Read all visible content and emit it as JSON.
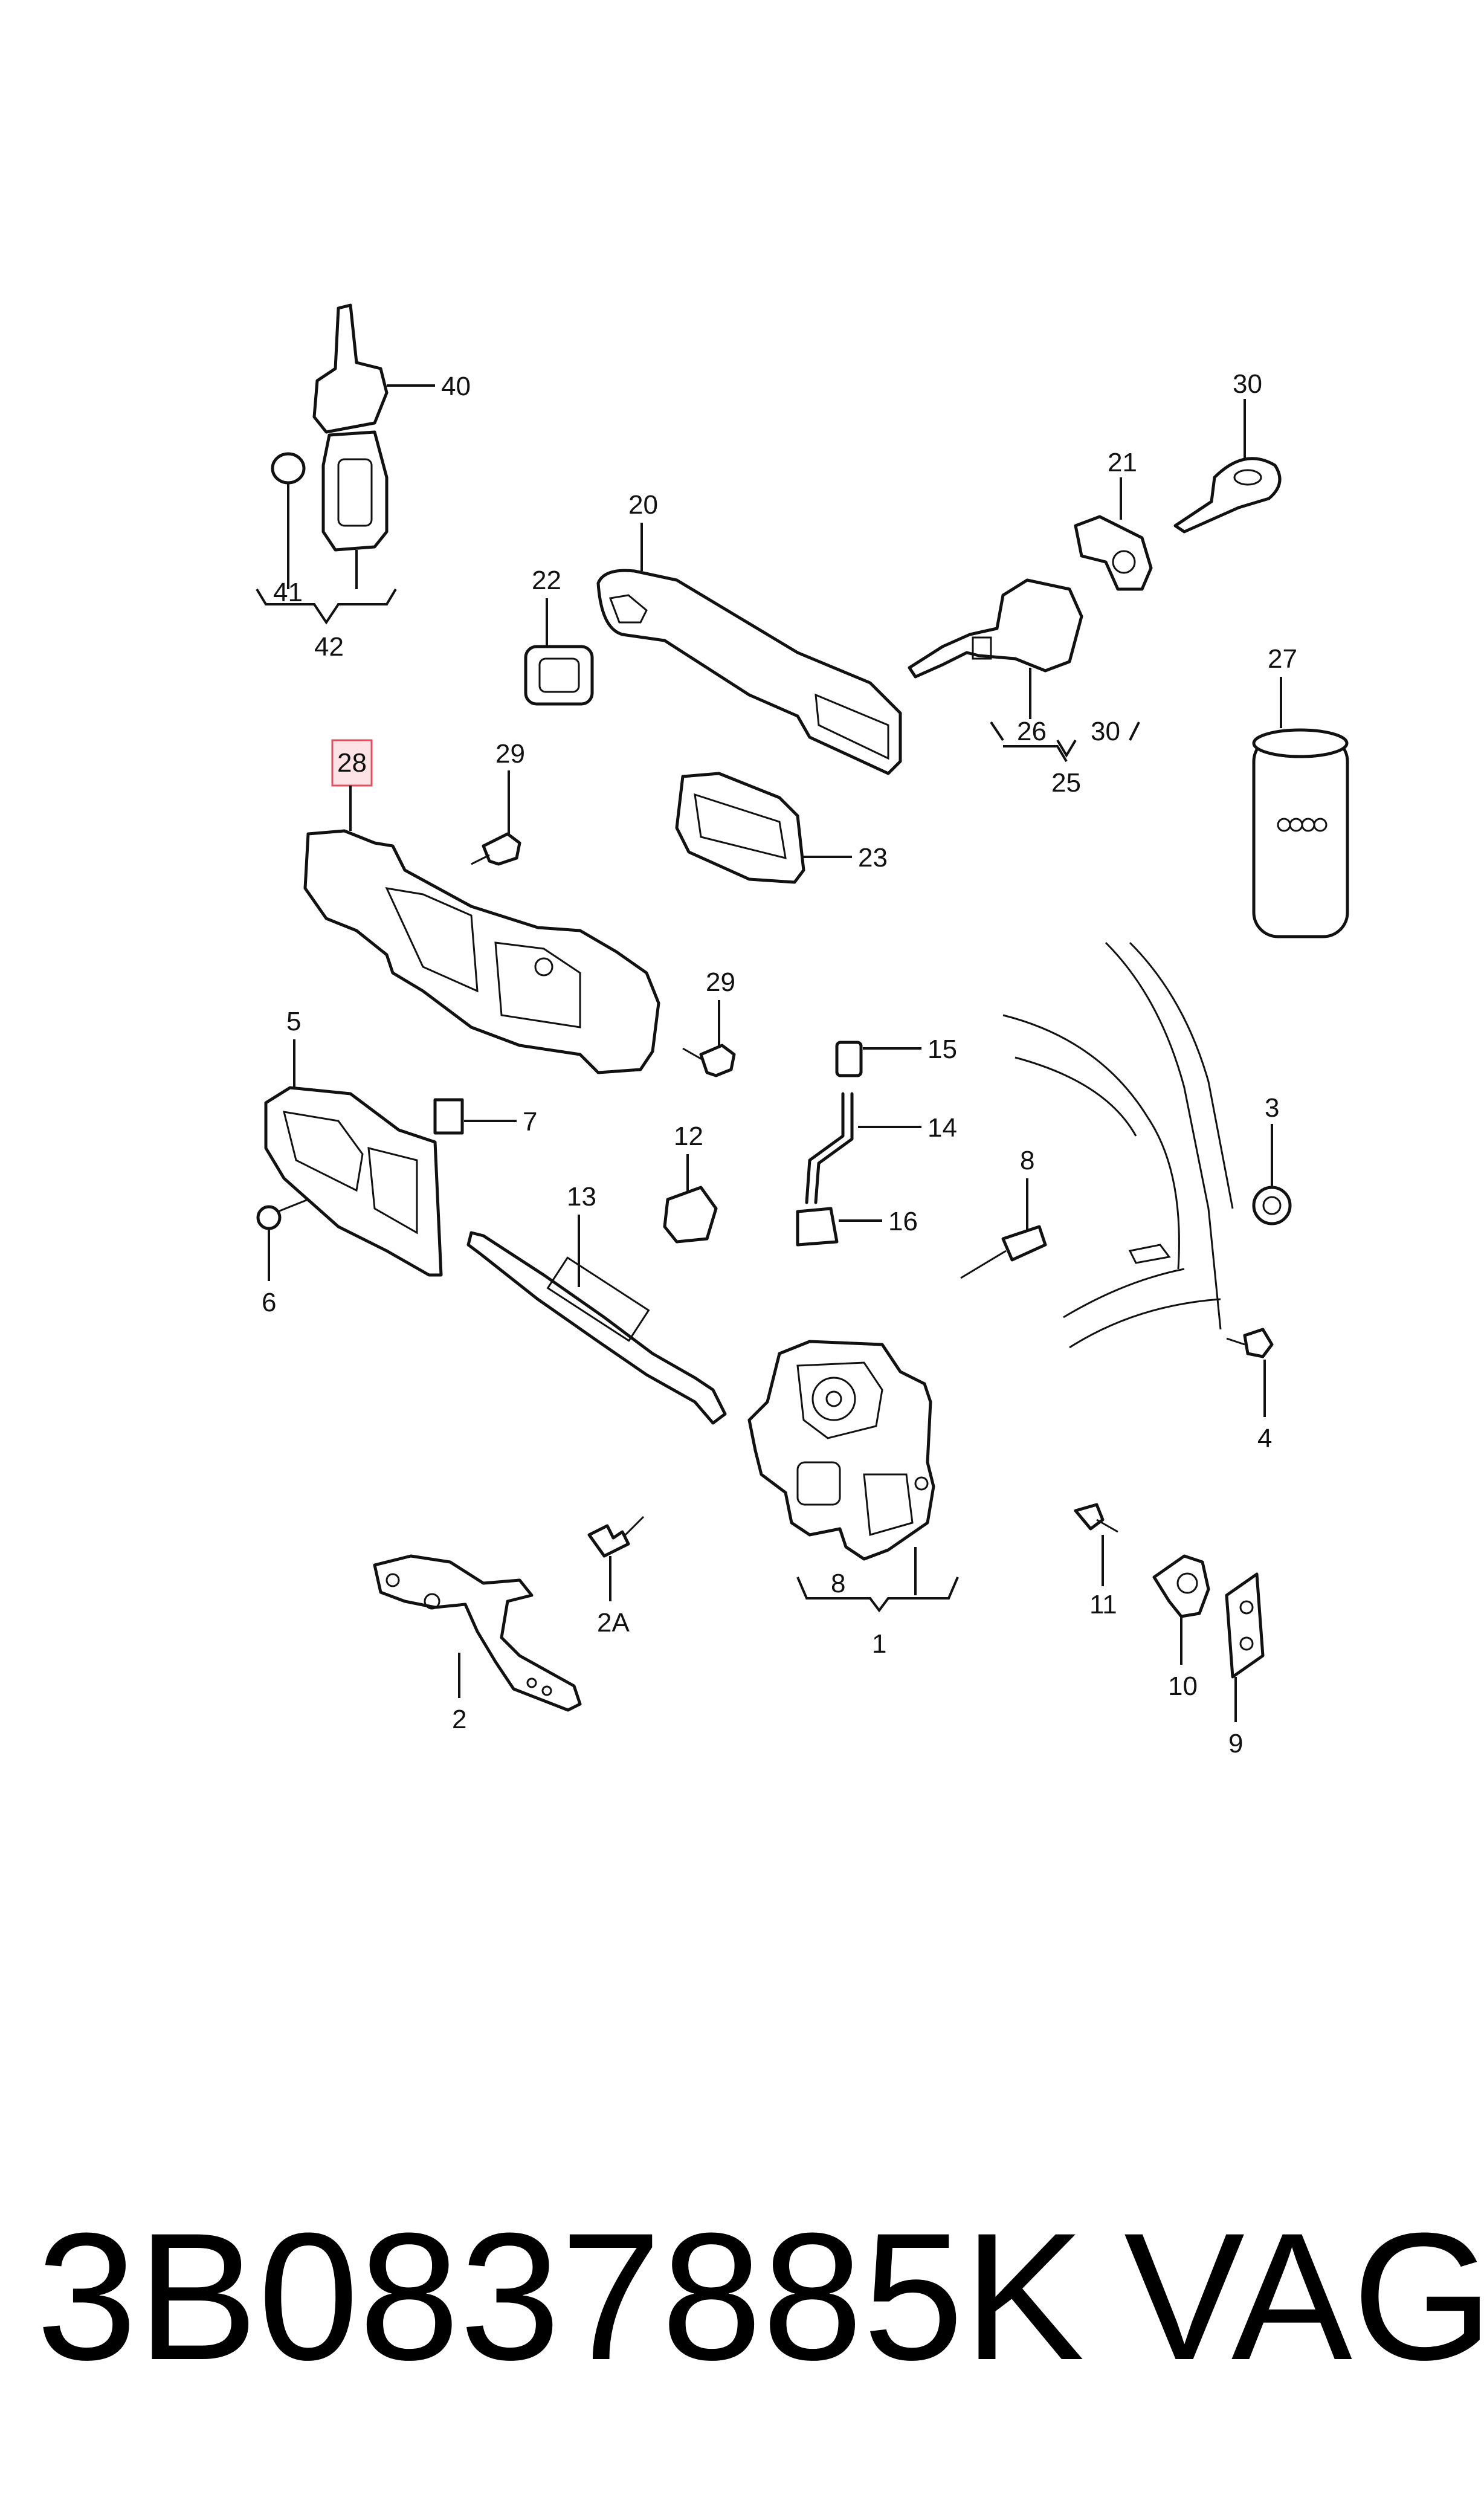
{
  "callouts": {
    "c40": "40",
    "c41": "41",
    "c42": "42",
    "c22": "22",
    "c20": "20",
    "c30a": "30",
    "c21": "21",
    "c27": "27",
    "c26": "26",
    "c30b": "30",
    "c25": "25",
    "c28": "28",
    "c29a": "29",
    "c23": "23",
    "c29b": "29",
    "c5": "5",
    "c7": "7",
    "c12": "12",
    "c15": "15",
    "c14": "14",
    "c16": "16",
    "c3": "3",
    "c8a": "8",
    "c6": "6",
    "c13": "13",
    "c4": "4",
    "c8b": "8",
    "c1": "1",
    "c2a": "2A",
    "c11": "11",
    "c10": "10",
    "c9": "9",
    "c2": "2"
  },
  "highlight_color": "#e05060",
  "footer": {
    "part_number": "3B0837885K",
    "brand": "VAG"
  }
}
